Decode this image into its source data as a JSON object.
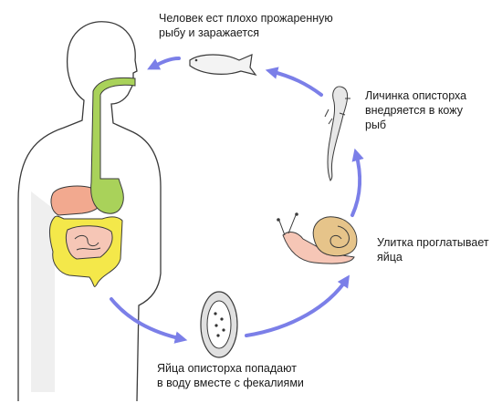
{
  "captions": {
    "human": [
      "Человек ест плохо прожаренную",
      "рыбу и заражается"
    ],
    "larva": [
      "Личинка описторха",
      "внедряется в кожу",
      "рыб"
    ],
    "snail": [
      "Улитка проглатывает",
      "яйца"
    ],
    "eggs": [
      "Яйца описторха попадают",
      "в воду вместе с фекалиями"
    ]
  },
  "colors": {
    "arrow": "#7b7fe8",
    "outline": "#3a3a3a",
    "esophagus": "#a9d25a",
    "liver": "#f2a98f",
    "colon": "#f4e84a",
    "intestine": "#f6c6b6",
    "shadow": "#dedede"
  }
}
